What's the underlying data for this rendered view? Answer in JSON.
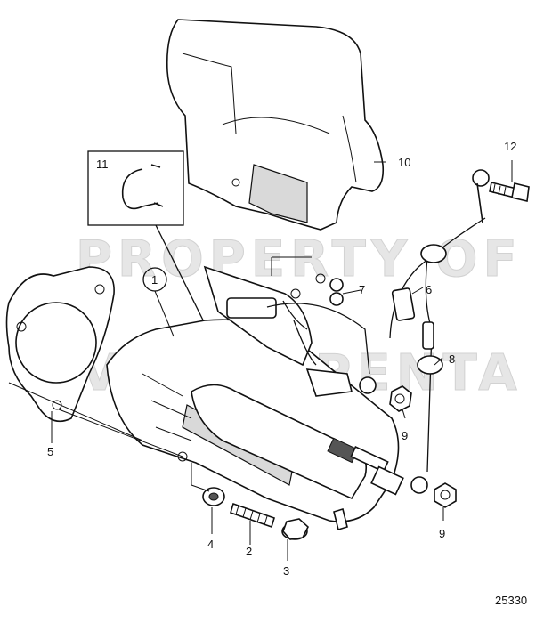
{
  "watermark": [
    "PROPERTY OF",
    "VOLVO PENTA"
  ],
  "callouts": [
    "1",
    "2",
    "3",
    "4",
    "5",
    "6",
    "7",
    "8",
    "9",
    "10",
    "11",
    "12"
  ],
  "figure_number": "25330"
}
